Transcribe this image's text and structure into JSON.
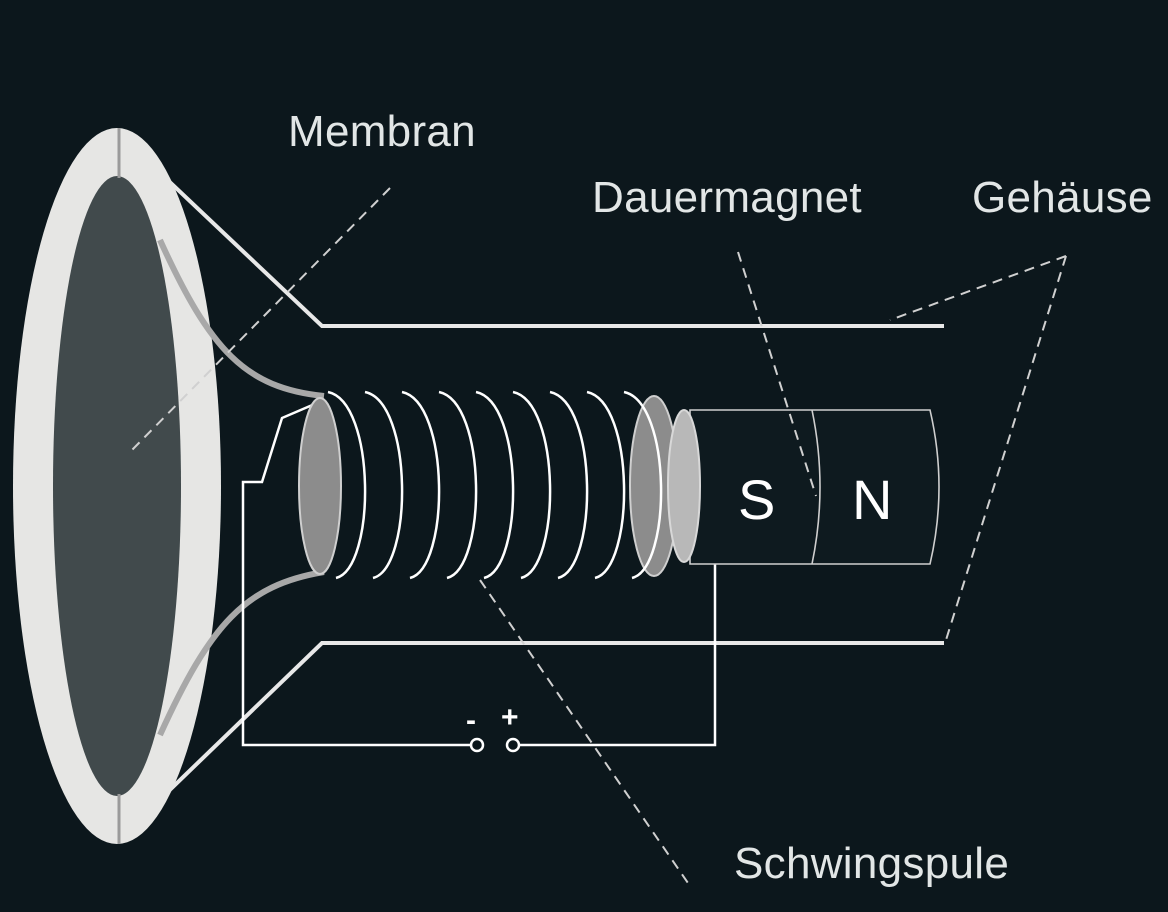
{
  "labels": {
    "membrane": "Membran",
    "magnet": "Dauermagnet",
    "housing": "Gehäuse",
    "coil": "Schwingspule"
  },
  "magnet_poles": {
    "south": "S",
    "north": "N"
  },
  "terminals": {
    "minus": "-",
    "plus": "+"
  },
  "colors": {
    "background": "#0c171c",
    "cone_rim": "#e6e6e4",
    "cone_inner": "#414a4c",
    "lines": "#e8e8e8",
    "coil_disc": "#9a9a9a"
  }
}
